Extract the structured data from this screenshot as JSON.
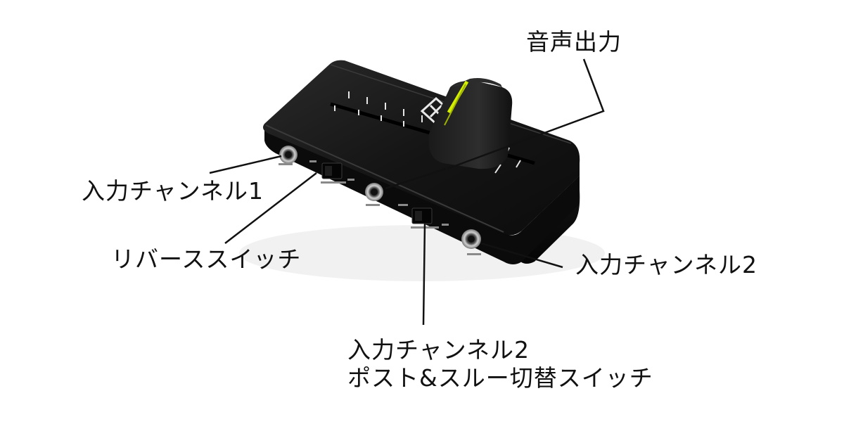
{
  "labels": {
    "audio_output": "音声出力",
    "input_channel_1": "入力チャンネル1",
    "reverse_switch": "リバーススイッチ",
    "input_channel_2": "入力チャンネル2",
    "post_through_switch": {
      "line1": "入力チャンネル2",
      "line2": "ポスト&スルー切替スイッチ"
    }
  },
  "colors": {
    "background": "#ffffff",
    "device_body": "#111111",
    "fader_stripe": "#c8e000",
    "callout_line": "#111111",
    "text": "#111111"
  },
  "icons": {
    "device_logo": "diamond-cross-logo-icon"
  }
}
